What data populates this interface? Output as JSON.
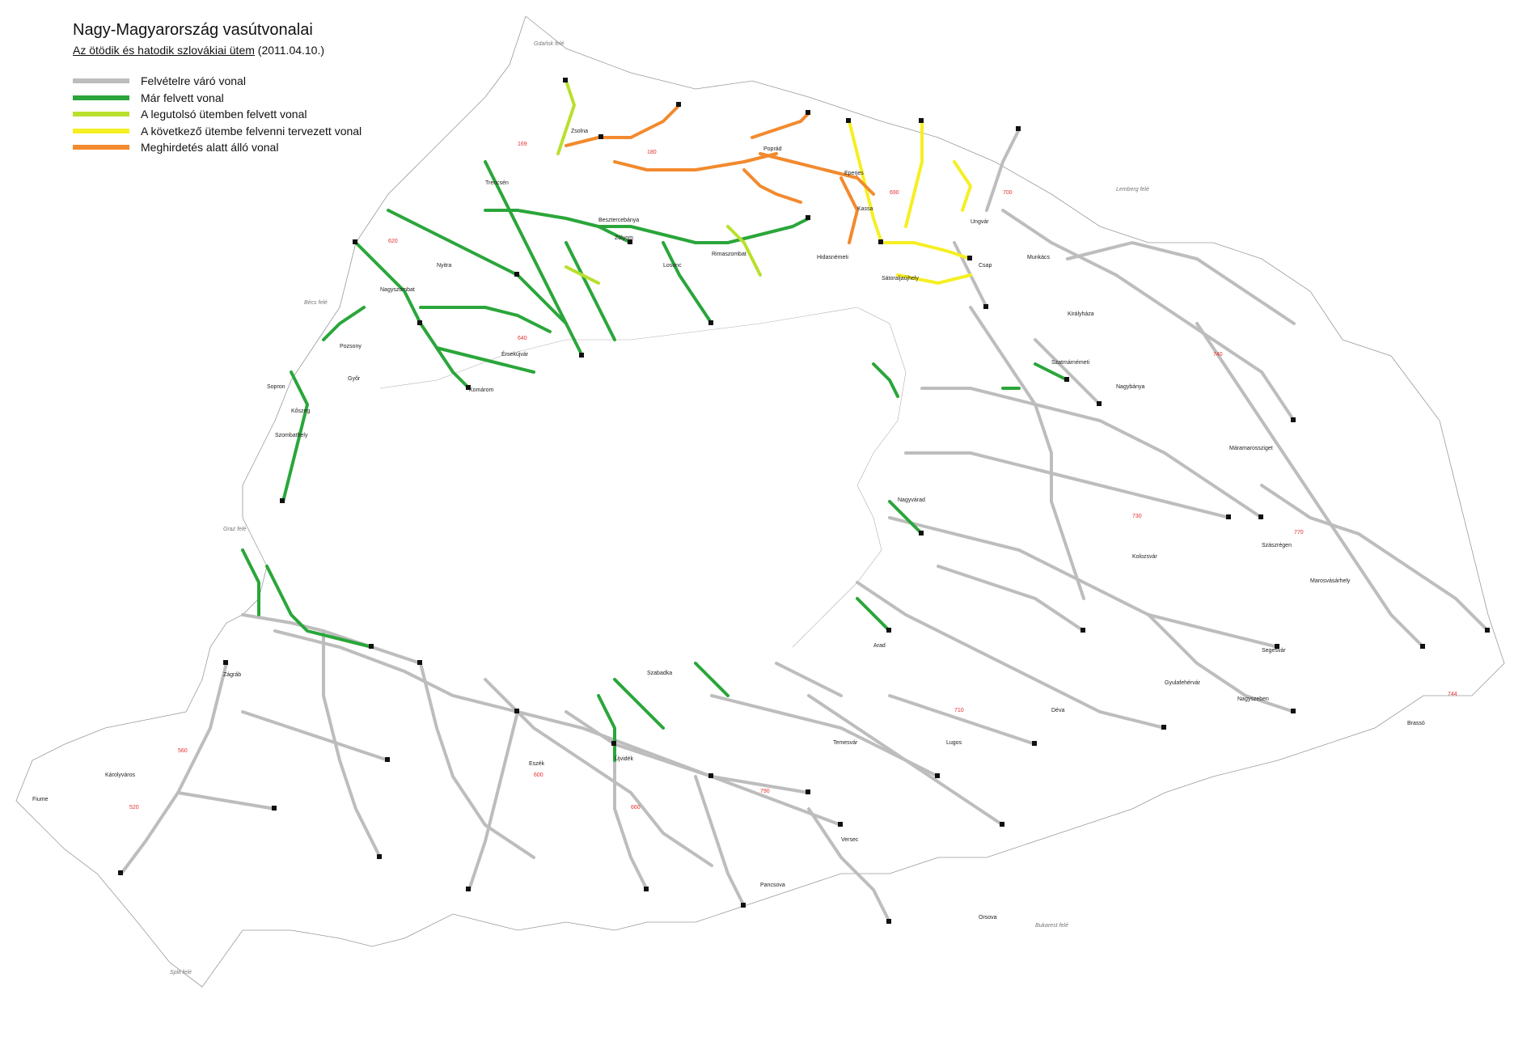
{
  "map": {
    "title": "Nagy-Magyarország vasútvonalai",
    "subtitle_link": "Az ötödik és hatodik szlovákiai ütem",
    "subtitle_date": "(2011.04.10.)"
  },
  "legend": [
    {
      "label": "Felvételre váró vonal",
      "color": "#bdbdbd"
    },
    {
      "label": "Már felvett vonal",
      "color": "#2aa63a"
    },
    {
      "label": "A legutolsó ütemben felvett vonal",
      "color": "#b8e02c"
    },
    {
      "label": "A következő ütembe felvenni tervezett vonal",
      "color": "#f6ef22"
    },
    {
      "label": "Meghirdetés alatt álló vonal",
      "color": "#f28a2e"
    }
  ],
  "places": [
    {
      "name": "Zsolna"
    },
    {
      "name": "Kassa"
    },
    {
      "name": "Eperjes"
    },
    {
      "name": "Poprád"
    },
    {
      "name": "Besztercebánya"
    },
    {
      "name": "Zólyom"
    },
    {
      "name": "Losonc"
    },
    {
      "name": "Rimaszombat"
    },
    {
      "name": "Pozsony"
    },
    {
      "name": "Nagyszombat"
    },
    {
      "name": "Nyitra"
    },
    {
      "name": "Komárom"
    },
    {
      "name": "Érsekújvár"
    },
    {
      "name": "Trencsén"
    },
    {
      "name": "Sopron"
    },
    {
      "name": "Szombathely"
    },
    {
      "name": "Győr"
    },
    {
      "name": "Kőszeg"
    },
    {
      "name": "Zágráb"
    },
    {
      "name": "Eszék"
    },
    {
      "name": "Szabadka"
    },
    {
      "name": "Újvidék"
    },
    {
      "name": "Temesvár"
    },
    {
      "name": "Arad"
    },
    {
      "name": "Nagyvárad"
    },
    {
      "name": "Kolozsvár"
    },
    {
      "name": "Szászrégen"
    },
    {
      "name": "Brassó"
    },
    {
      "name": "Nagyszeben"
    },
    {
      "name": "Déva"
    },
    {
      "name": "Máramarossziget"
    },
    {
      "name": "Szatmárnémeti"
    },
    {
      "name": "Nagybánya"
    },
    {
      "name": "Ungvár"
    },
    {
      "name": "Munkács"
    },
    {
      "name": "Csap"
    },
    {
      "name": "Pancsova"
    },
    {
      "name": "Versec"
    },
    {
      "name": "Fiume"
    },
    {
      "name": "Károlyváros"
    },
    {
      "name": "Sátoraljaújhely"
    },
    {
      "name": "Hidasnémeti"
    },
    {
      "name": "Királyháza"
    },
    {
      "name": "Marosvásárhely"
    },
    {
      "name": "Segesvár"
    },
    {
      "name": "Gyulafehérvár"
    },
    {
      "name": "Lugos"
    },
    {
      "name": "Orsova"
    }
  ],
  "line_numbers": [
    "169",
    "180",
    "520",
    "560",
    "600",
    "620",
    "640",
    "660",
    "690",
    "700",
    "710",
    "730",
    "740",
    "744",
    "770",
    "790"
  ],
  "borders_text": [
    "Gdańsk felé",
    "Lemberg felé",
    "Bukarest felé",
    "Graz felé",
    "Bécs felé",
    "Split felé"
  ]
}
